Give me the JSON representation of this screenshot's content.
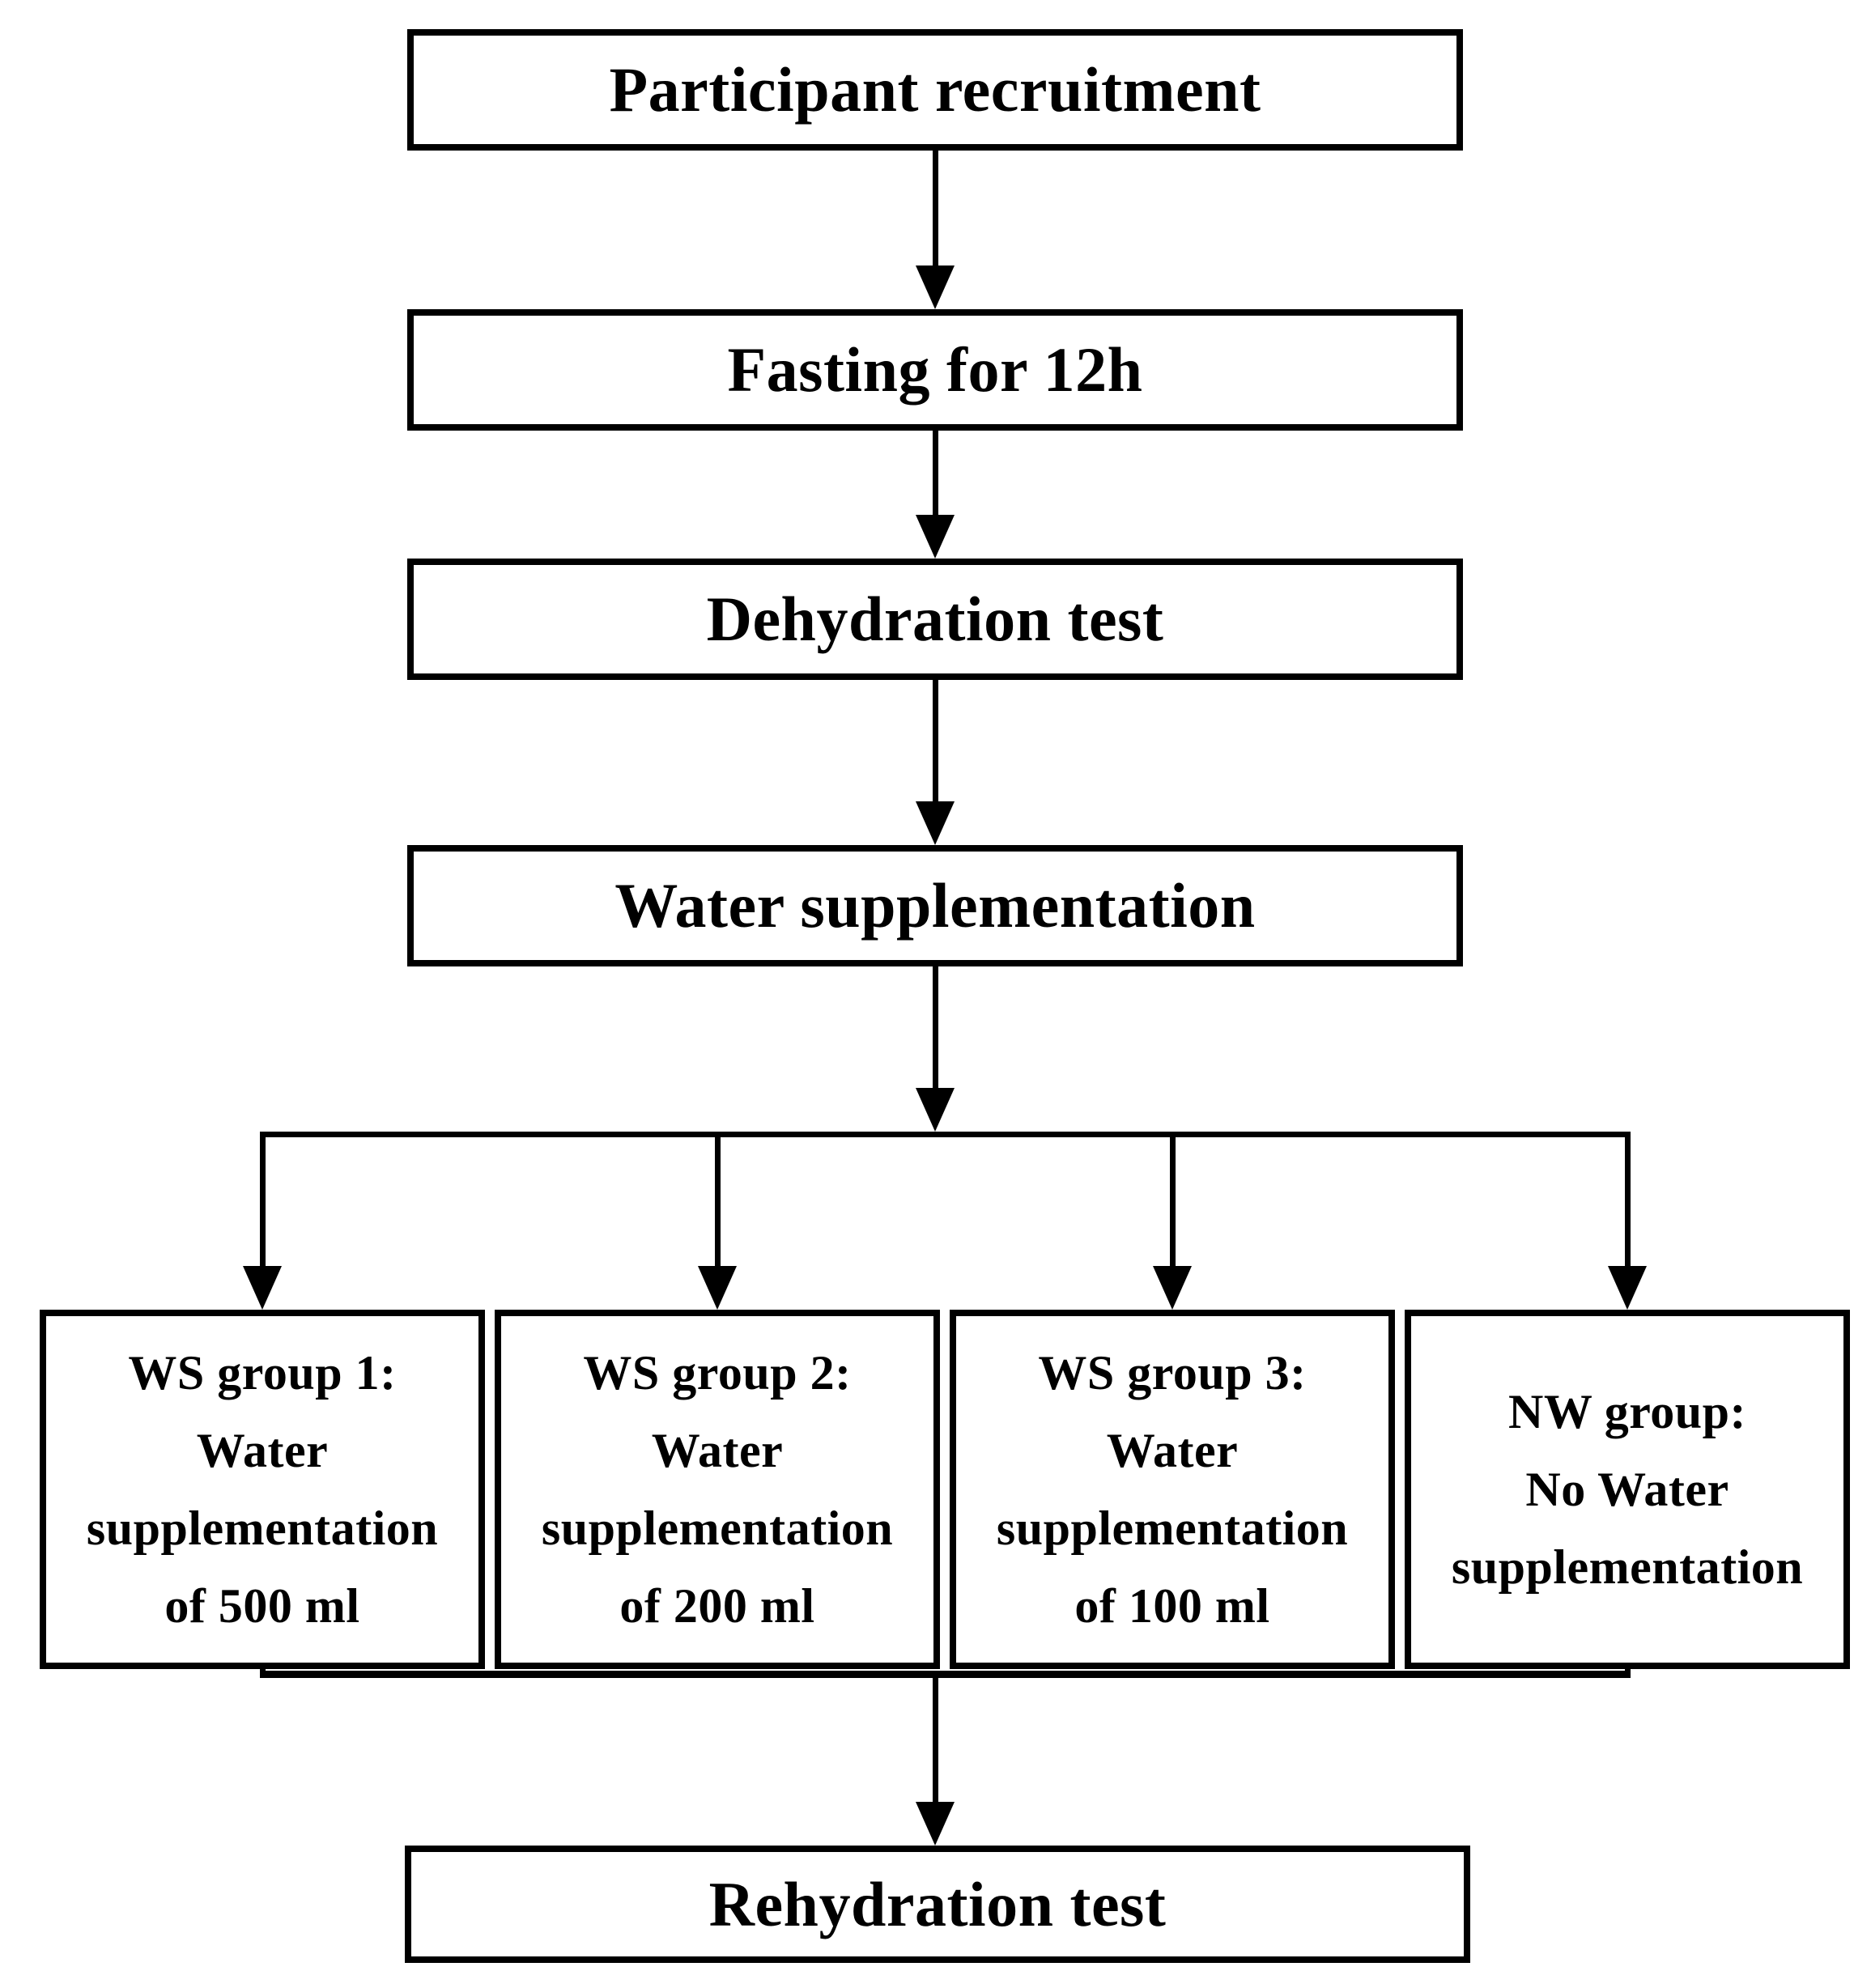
{
  "diagram": {
    "type": "flowchart",
    "colors": {
      "line": "#000000",
      "text": "#000000",
      "box_fill": "#ffffff",
      "background": "#ffffff"
    },
    "nodes": {
      "recruitment": {
        "label": "Participant recruitment"
      },
      "fasting": {
        "label": "Fasting for 12h"
      },
      "dehydration": {
        "label": "Dehydration test"
      },
      "water_supplementation": {
        "label": "Water supplementation"
      },
      "ws_group_1": {
        "label": "WS group 1:\nWater\nsupplementation\nof 500 ml"
      },
      "ws_group_2": {
        "label": "WS group 2:\nWater\nsupplementation\nof 200 ml"
      },
      "ws_group_3": {
        "label": "WS group 3:\nWater\nsupplementation\nof 100 ml"
      },
      "nw_group": {
        "label": "NW group:\nNo Water\nsupplementation"
      },
      "rehydration": {
        "label": "Rehydration test"
      }
    },
    "edges": [
      "recruitment -> fasting",
      "fasting -> dehydration",
      "dehydration -> water_supplementation",
      "water_supplementation -> ws_group_1",
      "water_supplementation -> ws_group_2",
      "water_supplementation -> ws_group_3",
      "water_supplementation -> nw_group",
      "ws_group_1 -> rehydration",
      "ws_group_2 -> rehydration",
      "ws_group_3 -> rehydration",
      "nw_group -> rehydration"
    ]
  }
}
